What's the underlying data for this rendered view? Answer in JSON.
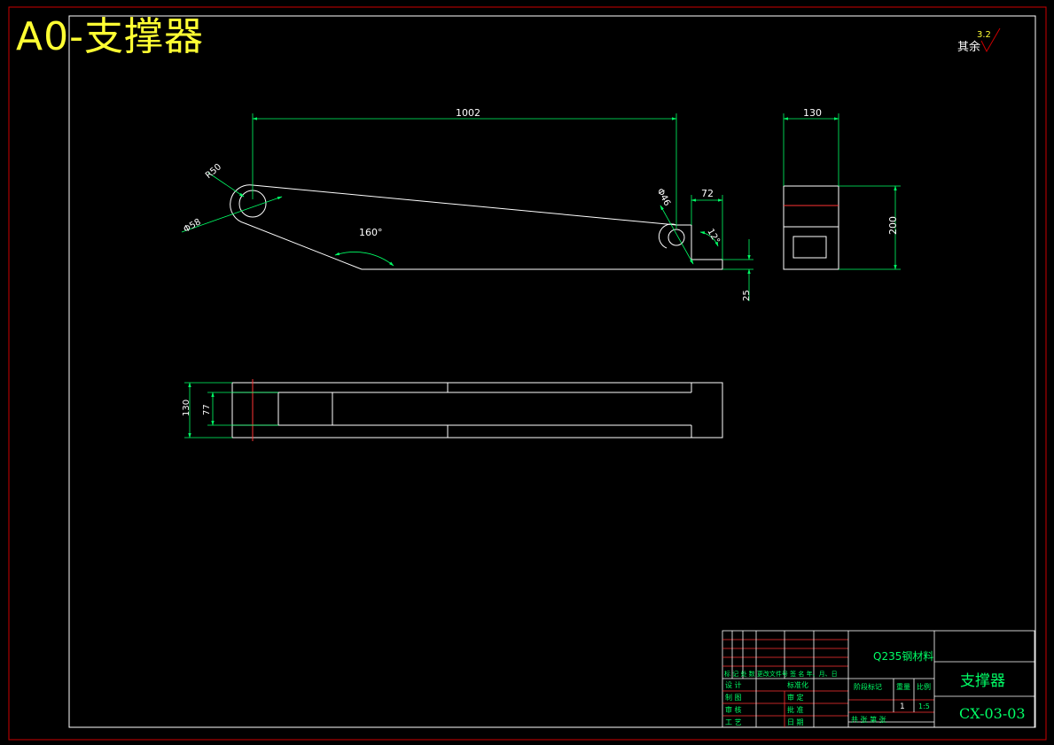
{
  "page_title": "A0-支撑器",
  "roughness": {
    "label": "其余",
    "value": "3.2"
  },
  "dimensions": {
    "length": "1002",
    "radius_big": "R50",
    "dia_big": "Φ58",
    "dia_small": "Φ46",
    "angle_bottom": "160°",
    "width_right": "72",
    "angle_right": "12°",
    "thickness": "25",
    "side_width": "130",
    "side_height": "200",
    "plan_width": "130",
    "plan_inner": "77"
  },
  "title_block": {
    "material": "Q235钢材料",
    "part_name": "支撑器",
    "drawing_no": "CX-03-03",
    "revision_header": "标 记 处 数 更改文件号 签 名 年、月、日",
    "stage_mark": "阶段标记",
    "weight": "重量",
    "scale_label": "比例",
    "quantity": "1",
    "scale_value": "1:5",
    "sheets": "共    张  第    张",
    "roles": [
      "设 计",
      "制 图",
      "审 核",
      "工 艺"
    ],
    "roles_right": [
      "标准化",
      "审 定",
      "批 准",
      "日 期"
    ]
  }
}
